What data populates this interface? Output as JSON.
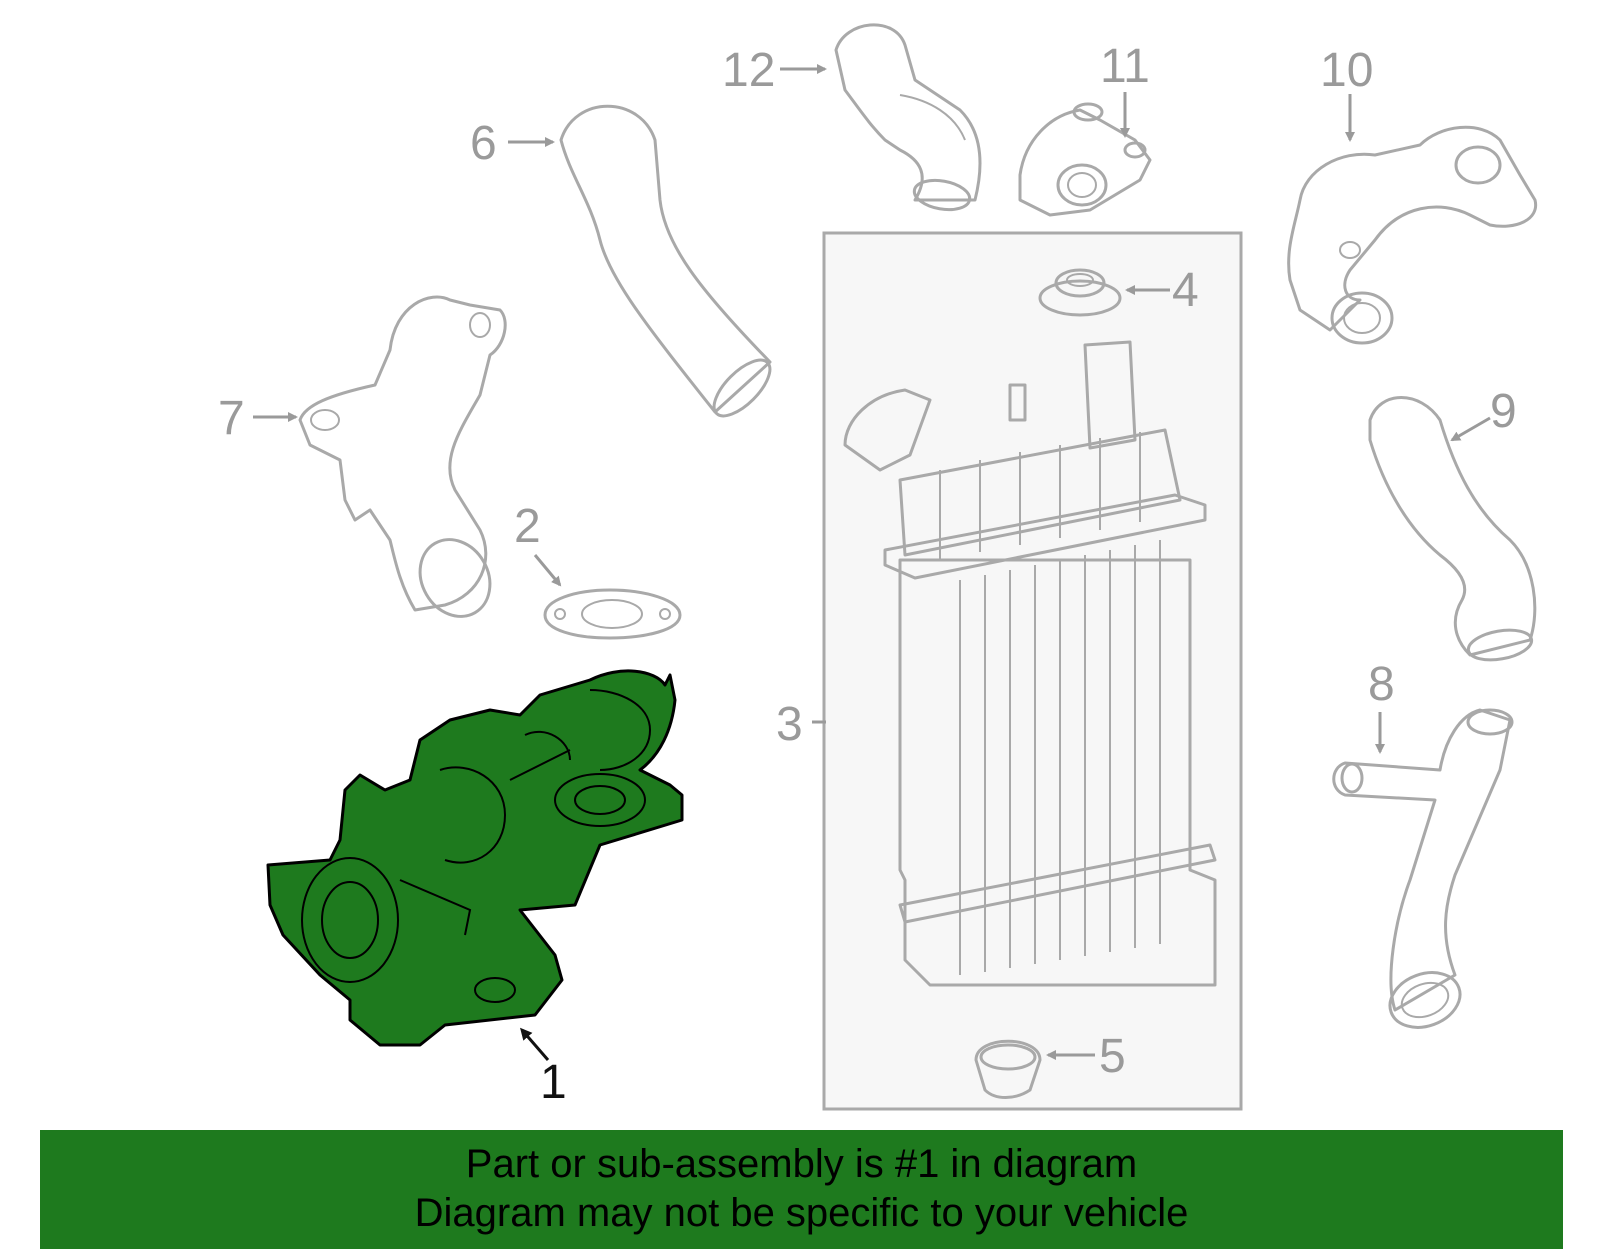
{
  "colors": {
    "highlight_fill": "#1e7a1e",
    "highlight_stroke": "#000000",
    "outline_stroke": "#a9a9a9",
    "banner_background": "#1e7a1e",
    "box_background": "#f7f7f7"
  },
  "callouts": {
    "c1": "1",
    "c2": "2",
    "c3": "3",
    "c4": "4",
    "c5": "5",
    "c6": "6",
    "c7": "7",
    "c8": "8",
    "c9": "9",
    "c10": "10",
    "c11": "11",
    "c12": "12"
  },
  "banner": {
    "line1": "Part or sub-assembly is #1 in diagram",
    "line2": "Diagram may not be specific to your vehicle"
  }
}
